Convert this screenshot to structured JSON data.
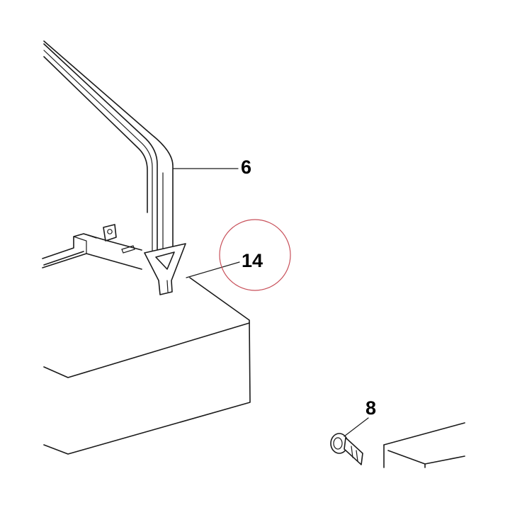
{
  "callouts": {
    "part_6": "6",
    "part_14": "14",
    "part_8": "8"
  },
  "colors": {
    "line": "#1a1a1a",
    "highlight_circle": "#c8505a",
    "background": "#ffffff"
  },
  "highlighted_part": "14"
}
